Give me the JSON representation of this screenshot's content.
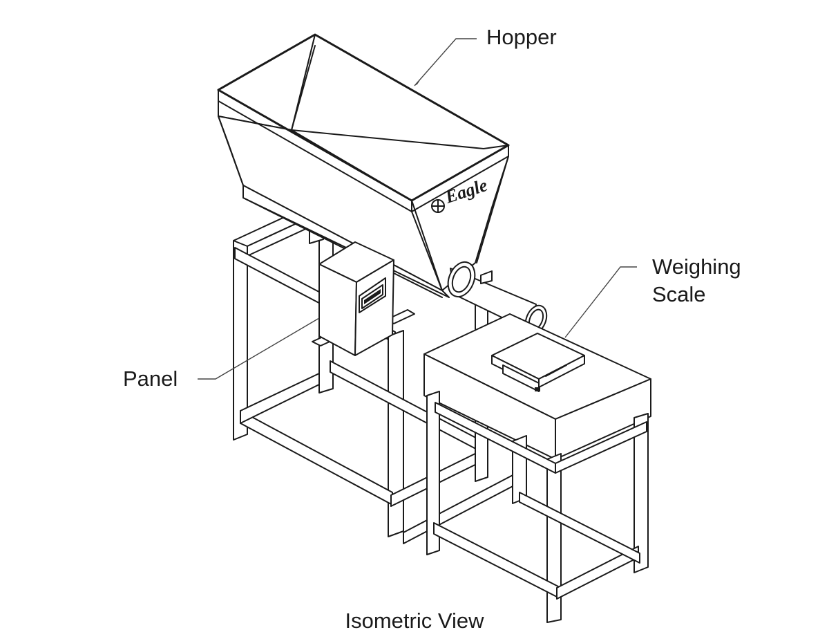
{
  "labels": {
    "hopper": "Hopper",
    "weighing_scale_line1": "Weighing",
    "weighing_scale_line2": "Scale",
    "panel": "Panel"
  },
  "caption": "Isometric View",
  "brand_logo": "Eagle"
}
